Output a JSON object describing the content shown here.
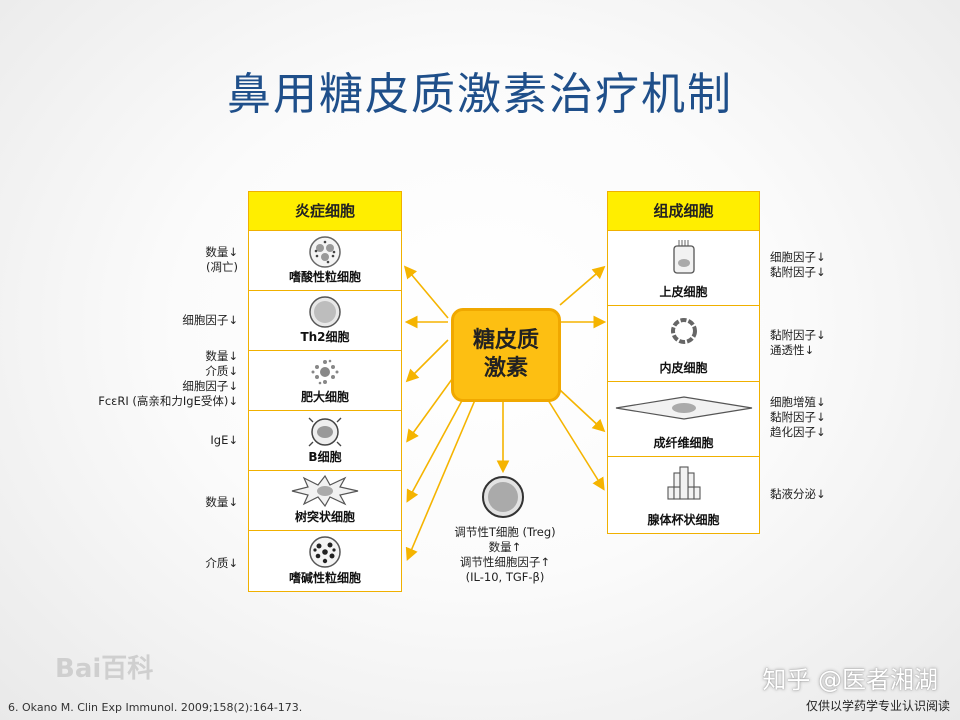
{
  "title": "鼻用糖皮质激素治疗机制",
  "center_label_line1": "糖皮质",
  "center_label_line2": "激素",
  "inflammatory": {
    "header": "炎症细胞",
    "cells": [
      {
        "label": "嗜酸性粒细胞",
        "effects": [
          "数量↓",
          "(凋亡)"
        ]
      },
      {
        "label": "Th2细胞",
        "effects": [
          "细胞因子↓"
        ]
      },
      {
        "label": "肥大细胞",
        "effects": [
          "数量↓",
          "介质↓",
          "细胞因子↓",
          "FcεRI (高亲和力IgE受体)↓"
        ]
      },
      {
        "label": "B细胞",
        "effects": [
          "IgE↓"
        ]
      },
      {
        "label": "树突状细胞",
        "effects": [
          "数量↓"
        ]
      },
      {
        "label": "嗜碱性粒细胞",
        "effects": [
          "介质↓"
        ]
      }
    ]
  },
  "structural": {
    "header": "组成细胞",
    "cells": [
      {
        "label": "上皮细胞",
        "effects": [
          "细胞因子↓",
          "黏附因子↓"
        ]
      },
      {
        "label": "内皮细胞",
        "effects": [
          "黏附因子↓",
          "通透性↓"
        ]
      },
      {
        "label": "成纤维细胞",
        "effects": [
          "细胞增殖↓",
          "黏附因子↓",
          "趋化因子↓"
        ]
      },
      {
        "label": "腺体杯状细胞",
        "effects": [
          "黏液分泌↓"
        ]
      }
    ]
  },
  "treg": {
    "lines": [
      "调节性T细胞 (Treg)",
      "数量↑",
      "调节性细胞因子↑",
      "(IL-10, TGF-β)"
    ]
  },
  "citation": "6. Okano M. Clin Exp Immunol. 2009;158(2):164-173.",
  "watermark_left": "Bai百科",
  "watermark_right": "知乎 @医者湘湖",
  "disclaimer": "仅供以学药学专业认识阅读",
  "colors": {
    "title": "#1f4f8a",
    "header_fill": "#ffee00",
    "border": "#f0b000",
    "center_fill": "#fdbf12",
    "arrow": "#f5b400"
  }
}
